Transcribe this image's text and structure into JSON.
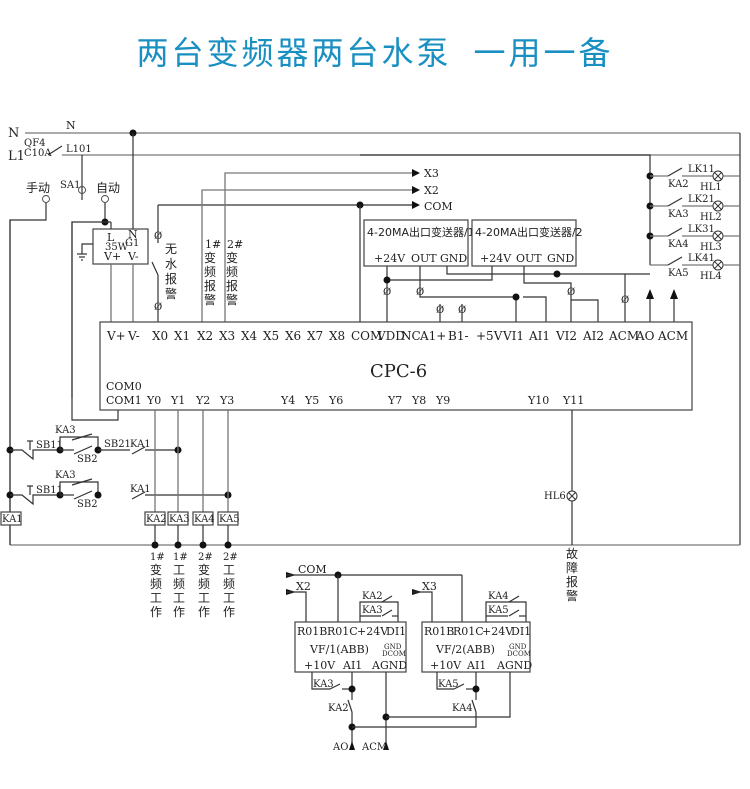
{
  "title": {
    "part1": "两台变频器两台水泵",
    "part2": "一用一备"
  },
  "colors": {
    "title": "#1a8fc1",
    "wire": "#333333",
    "background": "#ffffff"
  },
  "power": {
    "neutral": "N",
    "neutral_top": "N",
    "line": "L1",
    "breaker_id": "QF4",
    "breaker_rating": "C10A",
    "line_out": "L101"
  },
  "selector": {
    "id": "SA1",
    "manual": "手动",
    "auto": "自动"
  },
  "psu": {
    "id": "G1",
    "power": "35W",
    "l": "L",
    "n": "N",
    "vplus": "V+",
    "vminus": "V-"
  },
  "alarms": {
    "no_water": [
      "无",
      "水",
      "报",
      "警"
    ],
    "vf1_alarm": [
      "1#",
      "变",
      "频",
      "报",
      "警"
    ],
    "vf2_alarm": [
      "2#",
      "变",
      "频",
      "报",
      "警"
    ]
  },
  "bus_labels": {
    "x3": "X3",
    "x2": "X2",
    "com": "COM"
  },
  "transmitters": [
    {
      "title": "4-20MA出口变送器/1",
      "pins": [
        "+24V",
        "OUT",
        "GND"
      ]
    },
    {
      "title": "4-20MA出口变送器/2",
      "pins": [
        "+24V",
        "OUT",
        "GND"
      ]
    }
  ],
  "indicators": [
    {
      "relay": "KA2",
      "contact": "LK11",
      "lamp": "HL1"
    },
    {
      "relay": "KA3",
      "contact": "LK21",
      "lamp": "HL2"
    },
    {
      "relay": "KA4",
      "contact": "LK31",
      "lamp": "HL3"
    },
    {
      "relay": "KA5",
      "contact": "LK41",
      "lamp": "HL4"
    }
  ],
  "controller": {
    "name": "CPC-6",
    "top_pins": [
      "V+",
      "V-",
      "X0",
      "X1",
      "X2",
      "X3",
      "X4",
      "X5",
      "X6",
      "X7",
      "X8",
      "COM",
      "VDD",
      "NC",
      "A1+",
      "B1-",
      "+5V",
      "VI1",
      "AI1",
      "VI2",
      "AI2",
      "ACM",
      "AO",
      "ACM"
    ],
    "bottom_pins": [
      "COM0",
      "COM1",
      "Y0",
      "Y1",
      "Y2",
      "Y3",
      "Y4",
      "Y5",
      "Y6",
      "Y7",
      "Y8",
      "Y9",
      "Y10",
      "Y11"
    ]
  },
  "ladder": {
    "rung1": {
      "sb11": "SB11",
      "ka3": "KA3",
      "sb2": "SB2",
      "sb21": "SB21",
      "ka1": "KA1"
    },
    "rung2": {
      "sb11": "SB11",
      "ka3": "KA3",
      "sb2": "SB2",
      "ka1": "KA1"
    },
    "coil_ka1": "KA1",
    "coils": [
      "KA2",
      "KA3",
      "KA4",
      "KA5"
    ]
  },
  "outputs": [
    [
      "1#",
      "变",
      "频",
      "工",
      "作"
    ],
    [
      "1#",
      "工",
      "频",
      "工",
      "作"
    ],
    [
      "2#",
      "变",
      "频",
      "工",
      "作"
    ],
    [
      "2#",
      "工",
      "频",
      "工",
      "作"
    ]
  ],
  "fault": {
    "lamp": "HL6",
    "label": [
      "故",
      "障",
      "报",
      "警"
    ]
  },
  "vfds": [
    {
      "name": "VF/1(ABB)",
      "top_pins": [
        "R01B",
        "R01C",
        "+24V",
        "DI1"
      ],
      "bottom_pins": [
        "+10V",
        "AI1",
        "AGND"
      ],
      "gnd": "GND",
      "dcom": "DCOM",
      "in_label": "X2",
      "relay_a": "KA2",
      "relay_b": "KA3",
      "ai_relay": "KA3",
      "ai_switch": "KA2"
    },
    {
      "name": "VF/2(ABB)",
      "top_pins": [
        "R01B",
        "R01C",
        "+24V",
        "DI1"
      ],
      "bottom_pins": [
        "+10V",
        "AI1",
        "AGND"
      ],
      "gnd": "GND",
      "dcom": "DCOM",
      "in_label": "X3",
      "relay_a": "KA4",
      "relay_b": "KA5",
      "ai_relay": "KA5",
      "ai_switch": "KA4"
    }
  ],
  "vfd_com": "COM",
  "analog_out": {
    "ao": "AO",
    "acm": "ACM"
  }
}
